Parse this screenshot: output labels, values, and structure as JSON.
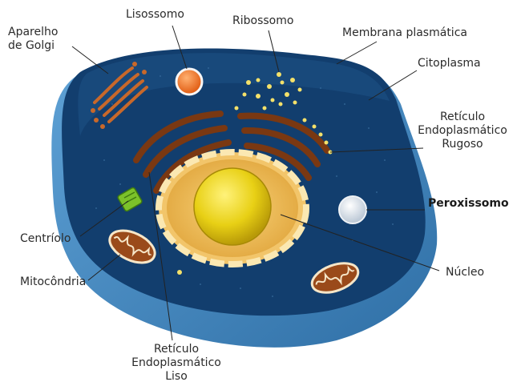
{
  "labels": {
    "golgi": [
      "Aparelho",
      "de Golgi"
    ],
    "lysosome": "Lisossomo",
    "ribosome": "Ribossomo",
    "membrane": "Membrana plasmática",
    "cytoplasm": "Citoplasma",
    "rough_er": [
      "Retículo",
      "Endoplasmático",
      "Rugoso"
    ],
    "peroxisome": "Peroxissomo",
    "centriole": "Centríolo",
    "mitochondria": "Mitocôndria",
    "nucleus": "Núcleo",
    "smooth_er": [
      "Retículo",
      "Endoplasmático",
      "Liso"
    ]
  },
  "colors": {
    "cell_body": "#123e6e",
    "cell_rim": "#4f92c8",
    "organelle_brown": "#7a3812",
    "nucleus_envelope": "#f0c060",
    "nucleolus": "#e8d015",
    "lysosome": "#ef6f20",
    "ribosome": "#f4e16a",
    "centriole": "#7cc22a",
    "leader_line": "#222222"
  }
}
